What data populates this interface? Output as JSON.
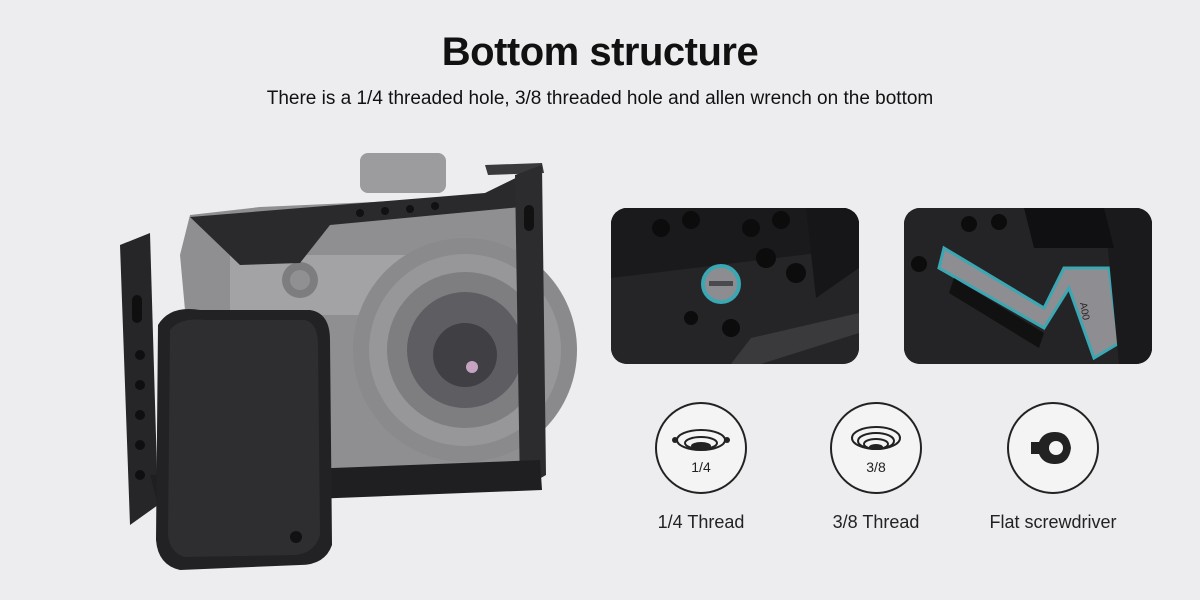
{
  "header": {
    "title": "Bottom structure",
    "subtitle": "There is a 1/4 threaded hole, 3/8 threaded hole and allen wrench on the bottom"
  },
  "details": [
    {
      "name": "threaded-holes-closeup"
    },
    {
      "name": "allen-wrench-closeup",
      "engraving": "A00"
    }
  ],
  "features": [
    {
      "icon": "thread-quarter-icon",
      "icon_text": "1/4",
      "label": "1/4 Thread"
    },
    {
      "icon": "thread-three-eighths-icon",
      "icon_text": "3/8",
      "label": "3/8 Thread"
    },
    {
      "icon": "flat-screwdriver-icon",
      "label": "Flat screwdriver"
    }
  ],
  "colors": {
    "background": "#ededef",
    "highlight": "#3aa7b3",
    "cage": "#2a2a2c"
  }
}
